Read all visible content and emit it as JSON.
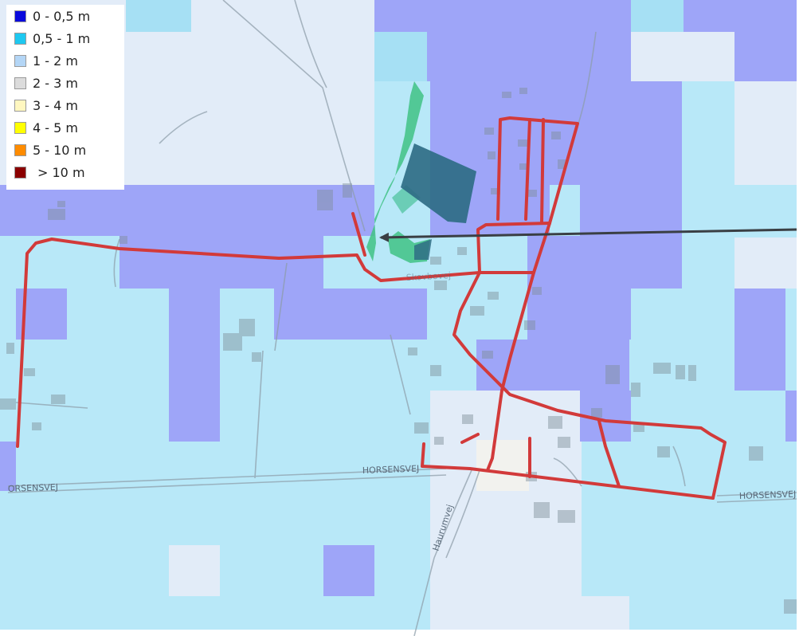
{
  "legend": {
    "items": [
      {
        "label": "0 - 0,5 m",
        "color": "#0a0adc"
      },
      {
        "label": "0,5 - 1 m",
        "color": "#1ec8f0"
      },
      {
        "label": "1 - 2 m",
        "color": "#b4d6f6"
      },
      {
        "label": "2 - 3 m",
        "color": "#dcdcdc"
      },
      {
        "label": "3 - 4 m",
        "color": "#fff7c0"
      },
      {
        "label": "4 - 5 m",
        "color": "#ffff00"
      },
      {
        "label": "5 - 10 m",
        "color": "#ff8c00"
      },
      {
        "label": "> 10 m",
        "color": "#8b0000"
      }
    ]
  },
  "road_labels": {
    "horsensvej_center": "HORSENSVEJ",
    "horsensvej_west": "ORSENSVEJ",
    "horsensvej_east": "HORSENSVEJ",
    "haurumvej": "Haurumvej",
    "skovbovej": "Skovbovej"
  },
  "colors": {
    "depth_shallow": "#9ea5f8",
    "depth_medium": "#b8e8f8",
    "depth_deep": "#e2ecf8",
    "depth_light": "#f2f2ee",
    "pipe_network": "#d23a3a",
    "arrow": "#3a3f44",
    "pond_green": "#3fc285",
    "pond_dark": "#2f6d85"
  }
}
